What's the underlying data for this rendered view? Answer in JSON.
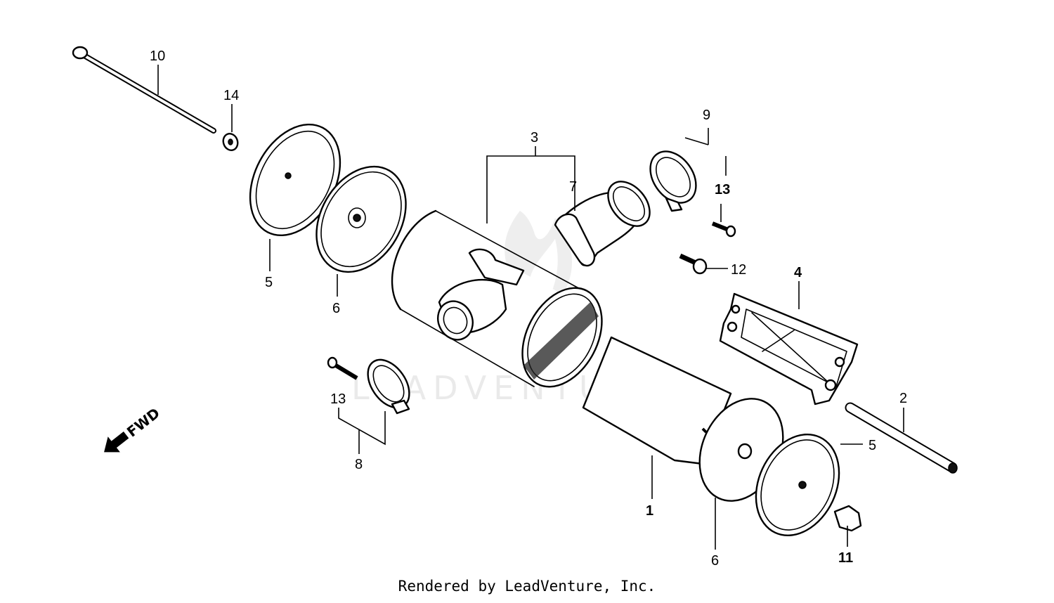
{
  "callouts": {
    "c1": "1",
    "c2": "2",
    "c3": "3",
    "c4": "4",
    "c5_left": "5",
    "c5_right": "5",
    "c6_left": "6",
    "c6_bottom": "6",
    "c7": "7",
    "c8": "8",
    "c9": "9",
    "c10": "10",
    "c11": "11",
    "c12": "12",
    "c13_left": "13",
    "c13_right": "13",
    "c14": "14"
  },
  "direction_label": "FWD",
  "watermark_text": "LEADVENTURE",
  "footer_text": "Rendered by LeadVenture, Inc."
}
